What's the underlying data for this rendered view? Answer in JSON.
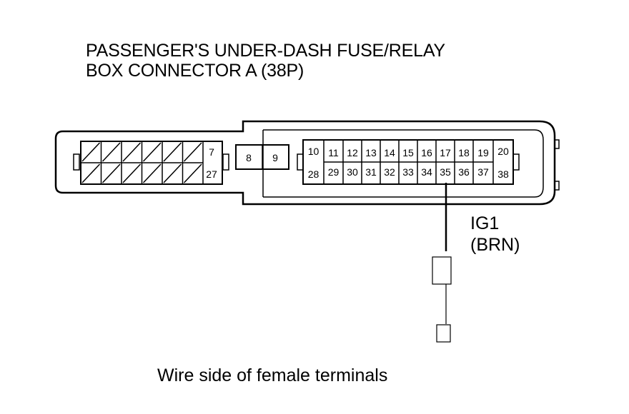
{
  "title": {
    "line1": "PASSENGER'S UNDER-DASH FUSE/RELAY",
    "line2": "BOX CONNECTOR A (38P)"
  },
  "caption": "Wire side of female terminals",
  "wire": {
    "signal": "IG1",
    "color": "(BRN)",
    "terminal": "35"
  },
  "connector": {
    "left_block": {
      "top_label": "7",
      "bottom_label": "27"
    },
    "middle_block": [
      "8",
      "9"
    ],
    "right_block": {
      "top_row": [
        "10",
        "11",
        "12",
        "13",
        "14",
        "15",
        "16",
        "17",
        "18",
        "19",
        "20"
      ],
      "bottom_row": [
        "28",
        "29",
        "30",
        "31",
        "32",
        "33",
        "34",
        "35",
        "36",
        "37",
        "38"
      ]
    }
  }
}
